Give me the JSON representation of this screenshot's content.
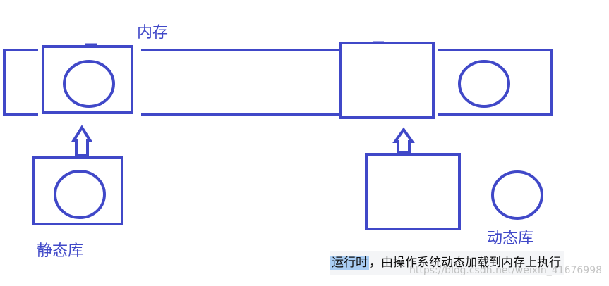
{
  "labels": {
    "memory": "内存",
    "static_lib": "静态库",
    "dynamic_lib": "动态库"
  },
  "caption": {
    "highlight": "运行时",
    "rest": "，由操作系统动态加载到内存上执行"
  },
  "watermark": "https://blog.csdn.net/weixin_41676998",
  "colors": {
    "stroke": "#4048c8",
    "highlight": "#a9cdf3"
  }
}
